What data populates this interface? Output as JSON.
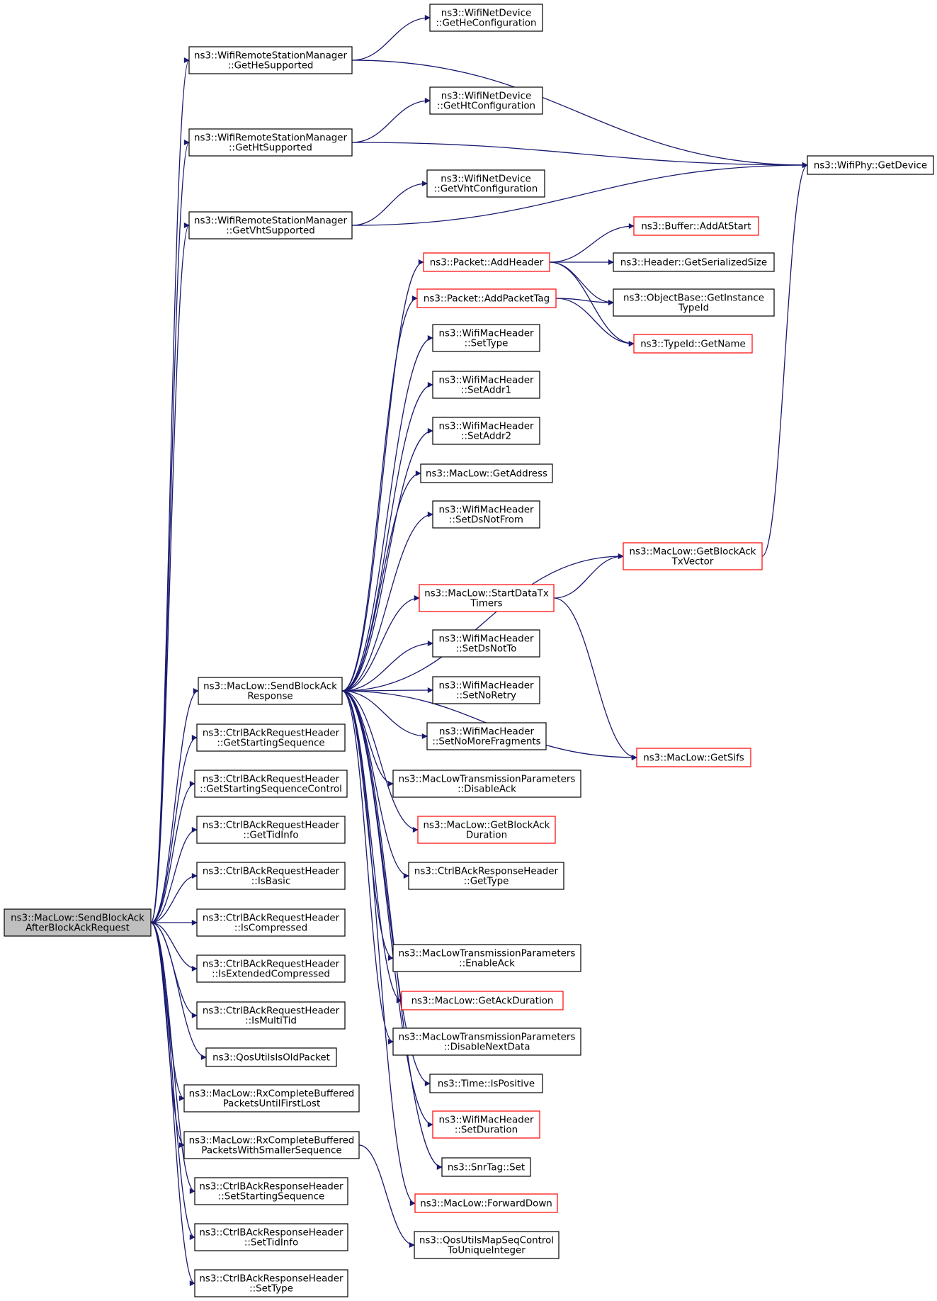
{
  "colors": {
    "edge": "#191970",
    "node_border": "#000000",
    "node_border_truncated": "#ff0000",
    "root_fill": "#bfbfbf",
    "node_fill": "#ffffff"
  },
  "nodes": [
    {
      "id": "root",
      "lines": [
        "ns3::MacLow::SendBlockAck",
        "AfterBlockAckRequest"
      ],
      "style": "root"
    },
    {
      "id": "heSup",
      "lines": [
        "ns3::WifiRemoteStationManager",
        "::GetHeSupported"
      ],
      "style": "normal"
    },
    {
      "id": "htSup",
      "lines": [
        "ns3::WifiRemoteStationManager",
        "::GetHtSupported"
      ],
      "style": "normal"
    },
    {
      "id": "vhtSup",
      "lines": [
        "ns3::WifiRemoteStationManager",
        "::GetVhtSupported"
      ],
      "style": "normal"
    },
    {
      "id": "heConf",
      "lines": [
        "ns3::WifiNetDevice",
        "::GetHeConfiguration"
      ],
      "style": "normal"
    },
    {
      "id": "htConf",
      "lines": [
        "ns3::WifiNetDevice",
        "::GetHtConfiguration"
      ],
      "style": "normal"
    },
    {
      "id": "vhtConf",
      "lines": [
        "ns3::WifiNetDevice",
        "::GetVhtConfiguration"
      ],
      "style": "normal"
    },
    {
      "id": "getDevice",
      "lines": [
        "ns3::WifiPhy::GetDevice"
      ],
      "style": "normal"
    },
    {
      "id": "addAtStart",
      "lines": [
        "ns3::Buffer::AddAtStart"
      ],
      "style": "truncated"
    },
    {
      "id": "addHeader",
      "lines": [
        "ns3::Packet::AddHeader"
      ],
      "style": "truncated"
    },
    {
      "id": "serSize",
      "lines": [
        "ns3::Header::GetSerializedSize"
      ],
      "style": "normal"
    },
    {
      "id": "addPktTag",
      "lines": [
        "ns3::Packet::AddPacketTag"
      ],
      "style": "truncated"
    },
    {
      "id": "instTypeId",
      "lines": [
        "ns3::ObjectBase::GetInstance",
        "TypeId"
      ],
      "style": "normal"
    },
    {
      "id": "typeIdName",
      "lines": [
        "ns3::TypeId::GetName"
      ],
      "style": "truncated"
    },
    {
      "id": "setType",
      "lines": [
        "ns3::WifiMacHeader",
        "::SetType"
      ],
      "style": "normal"
    },
    {
      "id": "setAddr1",
      "lines": [
        "ns3::WifiMacHeader",
        "::SetAddr1"
      ],
      "style": "normal"
    },
    {
      "id": "setAddr2",
      "lines": [
        "ns3::WifiMacHeader",
        "::SetAddr2"
      ],
      "style": "normal"
    },
    {
      "id": "getAddress",
      "lines": [
        "ns3::MacLow::GetAddress"
      ],
      "style": "normal"
    },
    {
      "id": "setDsNotFrom",
      "lines": [
        "ns3::WifiMacHeader",
        "::SetDsNotFrom"
      ],
      "style": "normal"
    },
    {
      "id": "baTxVector",
      "lines": [
        "ns3::MacLow::GetBlockAck",
        "TxVector"
      ],
      "style": "truncated"
    },
    {
      "id": "startTimers",
      "lines": [
        "ns3::MacLow::StartDataTx",
        "Timers"
      ],
      "style": "truncated"
    },
    {
      "id": "setDsNotTo",
      "lines": [
        "ns3::WifiMacHeader",
        "::SetDsNotTo"
      ],
      "style": "normal"
    },
    {
      "id": "sendBA",
      "lines": [
        "ns3::MacLow::SendBlockAck",
        "Response"
      ],
      "style": "normal"
    },
    {
      "id": "setNoRetry",
      "lines": [
        "ns3::WifiMacHeader",
        "::SetNoRetry"
      ],
      "style": "normal"
    },
    {
      "id": "setNoMoreFrag",
      "lines": [
        "ns3::WifiMacHeader",
        "::SetNoMoreFragments"
      ],
      "style": "normal"
    },
    {
      "id": "getSifs",
      "lines": [
        "ns3::MacLow::GetSifs"
      ],
      "style": "truncated"
    },
    {
      "id": "disableAck",
      "lines": [
        "ns3::MacLowTransmissionParameters",
        "::DisableAck"
      ],
      "style": "normal"
    },
    {
      "id": "baDuration",
      "lines": [
        "ns3::MacLow::GetBlockAck",
        "Duration"
      ],
      "style": "truncated"
    },
    {
      "id": "respGetType",
      "lines": [
        "ns3::CtrlBAckResponseHeader",
        "::GetType"
      ],
      "style": "normal"
    },
    {
      "id": "enableAck",
      "lines": [
        "ns3::MacLowTransmissionParameters",
        "::EnableAck"
      ],
      "style": "normal"
    },
    {
      "id": "ackDuration",
      "lines": [
        "ns3::MacLow::GetAckDuration"
      ],
      "style": "truncated"
    },
    {
      "id": "disableNext",
      "lines": [
        "ns3::MacLowTransmissionParameters",
        "::DisableNextData"
      ],
      "style": "normal"
    },
    {
      "id": "isPositive",
      "lines": [
        "ns3::Time::IsPositive"
      ],
      "style": "normal"
    },
    {
      "id": "setDuration",
      "lines": [
        "ns3::WifiMacHeader",
        "::SetDuration"
      ],
      "style": "truncated"
    },
    {
      "id": "snrSet",
      "lines": [
        "ns3::SnrTag::Set"
      ],
      "style": "normal"
    },
    {
      "id": "fwdDown",
      "lines": [
        "ns3::MacLow::ForwardDown"
      ],
      "style": "truncated"
    },
    {
      "id": "reqStartSeq",
      "lines": [
        "ns3::CtrlBAckRequestHeader",
        "::GetStartingSequence"
      ],
      "style": "normal"
    },
    {
      "id": "reqStartSeqCtl",
      "lines": [
        "ns3::CtrlBAckRequestHeader",
        "::GetStartingSequenceControl"
      ],
      "style": "normal"
    },
    {
      "id": "reqTidInfo",
      "lines": [
        "ns3::CtrlBAckRequestHeader",
        "::GetTidInfo"
      ],
      "style": "normal"
    },
    {
      "id": "reqIsBasic",
      "lines": [
        "ns3::CtrlBAckRequestHeader",
        "::IsBasic"
      ],
      "style": "normal"
    },
    {
      "id": "reqIsComp",
      "lines": [
        "ns3::CtrlBAckRequestHeader",
        "::IsCompressed"
      ],
      "style": "normal"
    },
    {
      "id": "reqIsExtComp",
      "lines": [
        "ns3::CtrlBAckRequestHeader",
        "::IsExtendedCompressed"
      ],
      "style": "normal"
    },
    {
      "id": "reqIsMulti",
      "lines": [
        "ns3::CtrlBAckRequestHeader",
        "::IsMultiTid"
      ],
      "style": "normal"
    },
    {
      "id": "qosOld",
      "lines": [
        "ns3::QosUtilsIsOldPacket"
      ],
      "style": "normal"
    },
    {
      "id": "rxFirstLost",
      "lines": [
        "ns3::MacLow::RxCompleteBuffered",
        "PacketsUntilFirstLost"
      ],
      "style": "normal"
    },
    {
      "id": "rxSmaller",
      "lines": [
        "ns3::MacLow::RxCompleteBuffered",
        "PacketsWithSmallerSequence"
      ],
      "style": "normal"
    },
    {
      "id": "qosMap",
      "lines": [
        "ns3::QosUtilsMapSeqControl",
        "ToUniqueInteger"
      ],
      "style": "normal"
    },
    {
      "id": "respSetStart",
      "lines": [
        "ns3::CtrlBAckResponseHeader",
        "::SetStartingSequence"
      ],
      "style": "normal"
    },
    {
      "id": "respSetTid",
      "lines": [
        "ns3::CtrlBAckResponseHeader",
        "::SetTidInfo"
      ],
      "style": "normal"
    },
    {
      "id": "respSetType",
      "lines": [
        "ns3::CtrlBAckResponseHeader",
        "::SetType"
      ],
      "style": "normal"
    }
  ],
  "edges": [
    [
      "root",
      "heSup"
    ],
    [
      "root",
      "htSup"
    ],
    [
      "root",
      "vhtSup"
    ],
    [
      "root",
      "sendBA"
    ],
    [
      "root",
      "reqStartSeq"
    ],
    [
      "root",
      "reqStartSeqCtl"
    ],
    [
      "root",
      "reqTidInfo"
    ],
    [
      "root",
      "reqIsBasic"
    ],
    [
      "root",
      "reqIsComp"
    ],
    [
      "root",
      "reqIsExtComp"
    ],
    [
      "root",
      "reqIsMulti"
    ],
    [
      "root",
      "qosOld"
    ],
    [
      "root",
      "rxFirstLost"
    ],
    [
      "root",
      "rxSmaller"
    ],
    [
      "root",
      "respSetStart"
    ],
    [
      "root",
      "respSetTid"
    ],
    [
      "root",
      "respSetType"
    ],
    [
      "heSup",
      "heConf"
    ],
    [
      "heSup",
      "getDevice"
    ],
    [
      "htSup",
      "htConf"
    ],
    [
      "htSup",
      "getDevice"
    ],
    [
      "vhtSup",
      "vhtConf"
    ],
    [
      "vhtSup",
      "getDevice"
    ],
    [
      "addHeader",
      "addAtStart"
    ],
    [
      "addHeader",
      "serSize"
    ],
    [
      "addHeader",
      "instTypeId"
    ],
    [
      "addHeader",
      "typeIdName"
    ],
    [
      "addPktTag",
      "instTypeId"
    ],
    [
      "addPktTag",
      "typeIdName"
    ],
    [
      "baTxVector",
      "getDevice"
    ],
    [
      "startTimers",
      "baTxVector"
    ],
    [
      "startTimers",
      "getSifs"
    ],
    [
      "sendBA",
      "addHeader"
    ],
    [
      "sendBA",
      "addPktTag"
    ],
    [
      "sendBA",
      "setType"
    ],
    [
      "sendBA",
      "setAddr1"
    ],
    [
      "sendBA",
      "setAddr2"
    ],
    [
      "sendBA",
      "getAddress"
    ],
    [
      "sendBA",
      "setDsNotFrom"
    ],
    [
      "sendBA",
      "baTxVector"
    ],
    [
      "sendBA",
      "startTimers"
    ],
    [
      "sendBA",
      "setDsNotTo"
    ],
    [
      "sendBA",
      "setNoRetry"
    ],
    [
      "sendBA",
      "setNoMoreFrag"
    ],
    [
      "sendBA",
      "disableAck"
    ],
    [
      "sendBA",
      "baDuration"
    ],
    [
      "sendBA",
      "respGetType"
    ],
    [
      "sendBA",
      "getSifs"
    ],
    [
      "sendBA",
      "enableAck"
    ],
    [
      "sendBA",
      "ackDuration"
    ],
    [
      "sendBA",
      "disableNext"
    ],
    [
      "sendBA",
      "isPositive"
    ],
    [
      "sendBA",
      "setDuration"
    ],
    [
      "sendBA",
      "snrSet"
    ],
    [
      "sendBA",
      "fwdDown"
    ],
    [
      "rxSmaller",
      "qosMap"
    ]
  ]
}
